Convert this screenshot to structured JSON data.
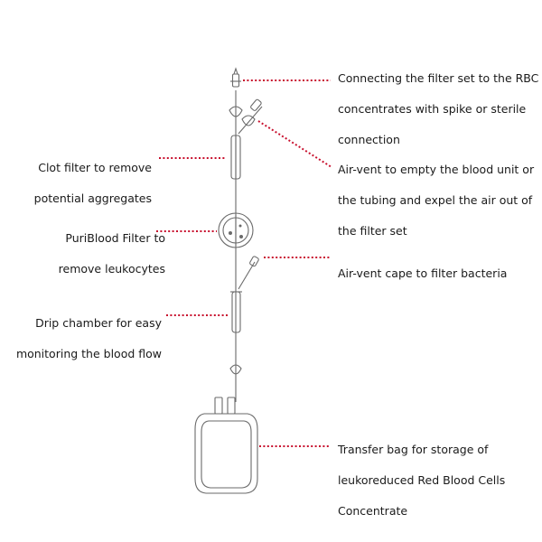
{
  "annotations": [
    {
      "id": "connector",
      "lines": [
        "Connecting the filter set to the RBC",
        "concentrates with spike or sterile",
        "connection"
      ]
    },
    {
      "id": "clot-filter",
      "lines": [
        "Clot filter to remove",
        "potential aggregates"
      ]
    },
    {
      "id": "air-vent-1",
      "lines": [
        "Air-vent to empty the blood unit or",
        "the tubing and expel the air out of",
        "the filter set"
      ]
    },
    {
      "id": "puriblood",
      "lines": [
        "PuriBlood Filter to",
        "remove leukocytes"
      ]
    },
    {
      "id": "air-vent-cape",
      "lines": [
        "Air-vent cape to filter bacteria"
      ]
    },
    {
      "id": "drip-chamber",
      "lines": [
        "Drip chamber for easy",
        "monitoring the blood flow"
      ]
    },
    {
      "id": "transfer-bag",
      "lines": [
        "Transfer bag for storage of",
        "leukoreduced Red Blood Cells",
        "Concentrate"
      ]
    }
  ],
  "colors": {
    "leader": "#c8102e",
    "device": "#6a6a6a",
    "text": "#1a1a1a"
  },
  "icons": {
    "spike": "spike-connector-icon",
    "clamp": "roller-clamp-icon",
    "filter": "leukocyte-filter-icon",
    "bag": "blood-bag-icon"
  }
}
